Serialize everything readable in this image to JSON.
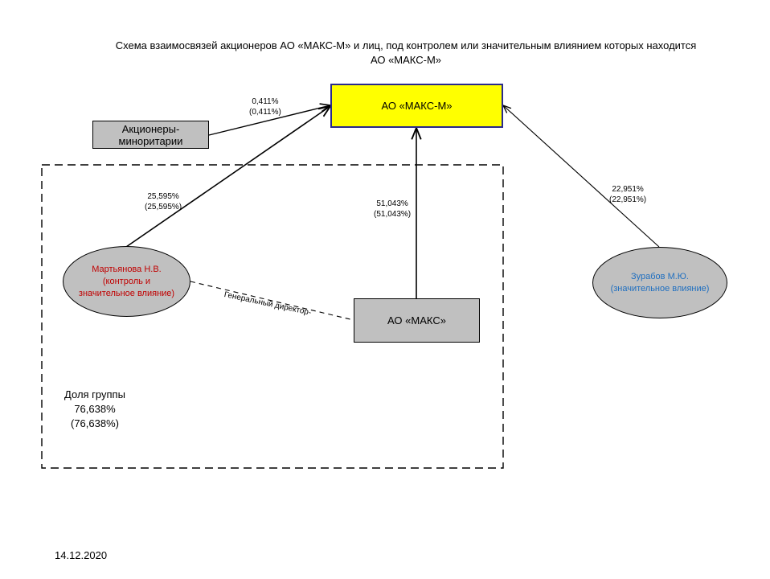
{
  "title": {
    "line1": "Схема взаимосвязей акционеров АО «МАКС-М»  и лиц, под контролем или значительным влиянием которых находится",
    "line2": "АО «МАКС-М»"
  },
  "nodes": {
    "maks_m": "АО «МАКС-М»",
    "minorities": {
      "line1": "Акционеры-",
      "line2": "миноритарии"
    },
    "maks": "АО «МАКС»",
    "martyanova": {
      "line1": "Мартьянова Н.В.",
      "line2": "(контроль и",
      "line3": "значительное влияние)",
      "color": "#c00000"
    },
    "zurabov": {
      "line1": "Зурабов М.Ю.",
      "line2": "(значительное влияние)",
      "color": "#1f6fc0"
    }
  },
  "edges": {
    "minorities_share": {
      "line1": "0,411%",
      "line2": "(0,411%)"
    },
    "martyanova_share": {
      "line1": "25,595%",
      "line2": "(25,595%)"
    },
    "maks_share": {
      "line1": "51,043%",
      "line2": "(51,043%)"
    },
    "zurabov_share": {
      "line1": "22,951%",
      "line2": "(22,951%)"
    },
    "general_director": "Генеральный директор-"
  },
  "group": {
    "label": "Доля группы",
    "share": "76,638%",
    "share_paren": "(76,638%)"
  },
  "date": "14.12.2020"
}
